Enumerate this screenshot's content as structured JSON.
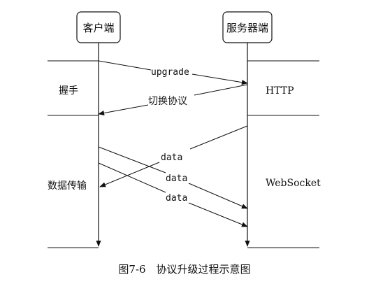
{
  "participants": {
    "client": "客户端",
    "server": "服务器端"
  },
  "phases": {
    "handshake_client": "握手",
    "handshake_server": "HTTP",
    "transfer_client": "数据传输",
    "transfer_server": "WebSocket"
  },
  "messages": {
    "upgrade": "upgrade",
    "switch": "切换协议",
    "data_1": "data",
    "data_2": "data",
    "data_3": "data"
  },
  "caption": "图7-6　协议升级过程示意图",
  "colors": {
    "line": "#111111",
    "background": "#ffffff"
  }
}
